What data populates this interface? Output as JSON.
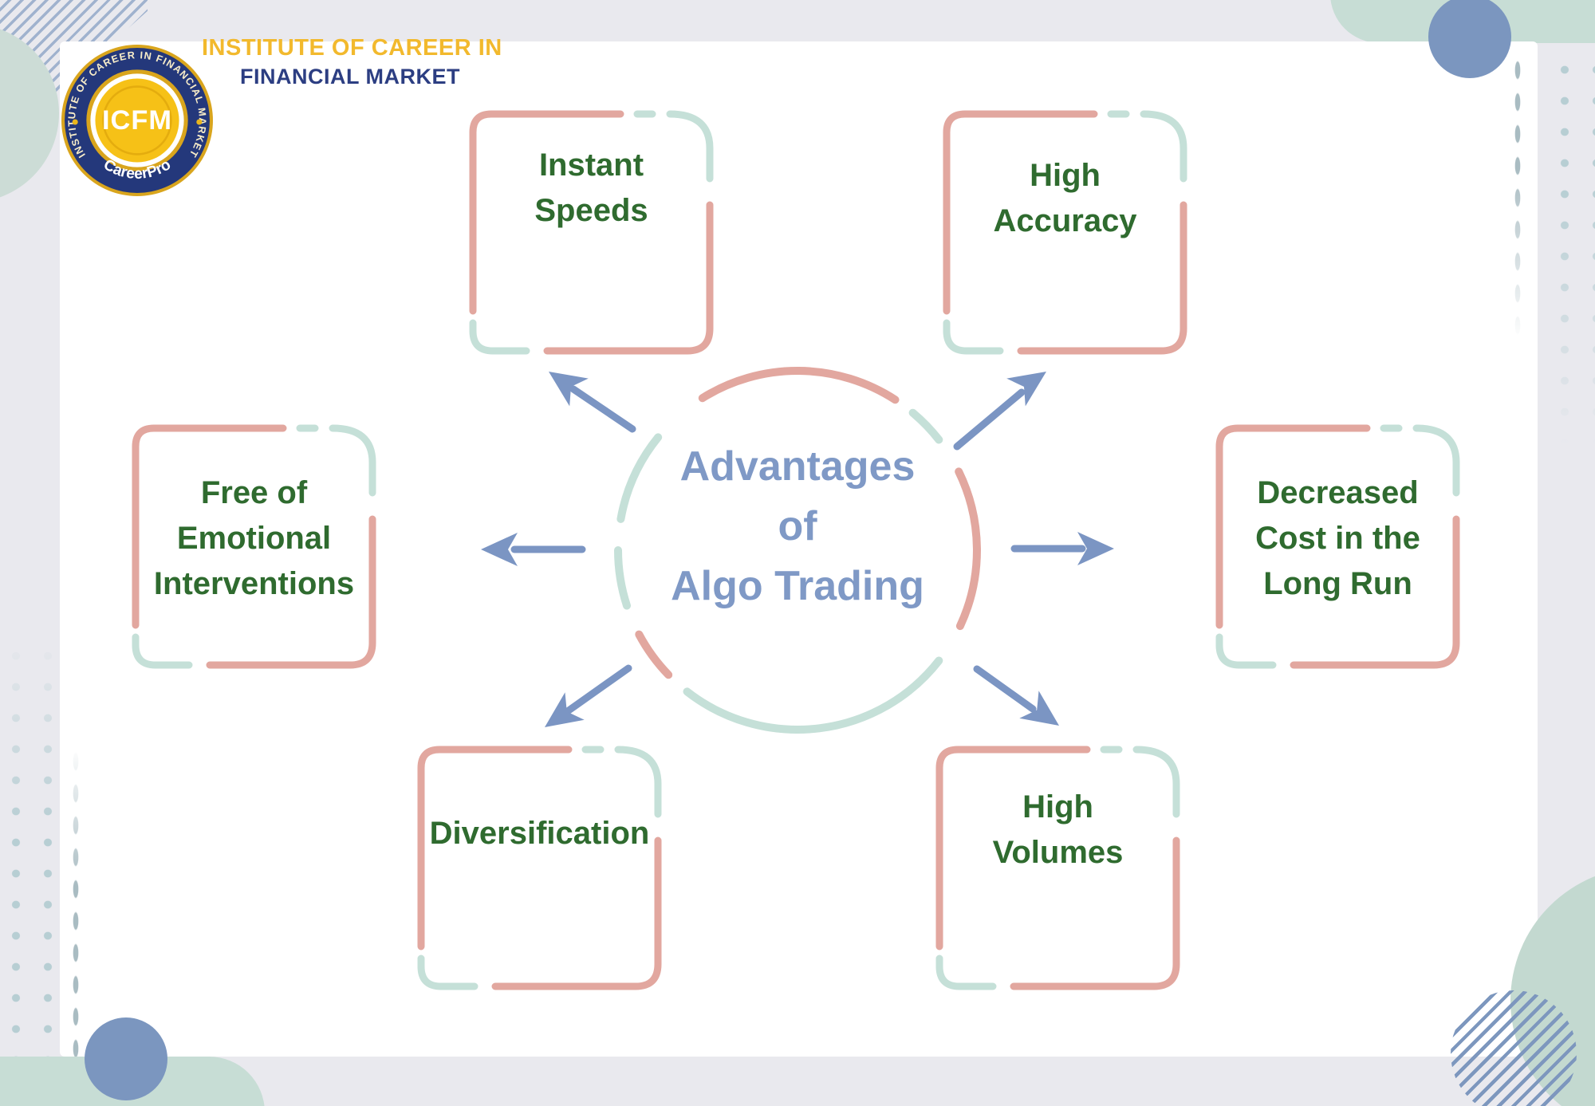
{
  "page": {
    "background": "#e9e9ee",
    "card_background": "#ffffff"
  },
  "header": {
    "logo": {
      "abbr": "ICFM",
      "ring_text": "INSTITUTE OF CAREER IN FINANCIAL MARKET",
      "tagline": "CareerPro"
    },
    "org_name_line1": "INSTITUTE OF CAREER IN",
    "org_name_line2": "FINANCIAL MARKET"
  },
  "diagram": {
    "center": {
      "title": "Advantages of Algo Trading",
      "lines": [
        "Advantages",
        "of",
        "Algo Trading"
      ]
    },
    "nodes": [
      {
        "id": "instant-speeds",
        "position": "top-left",
        "lines": [
          "Instant",
          "Speeds"
        ]
      },
      {
        "id": "high-accuracy",
        "position": "top-right",
        "lines": [
          "High",
          "Accuracy"
        ]
      },
      {
        "id": "free-of-emotional-interventions",
        "position": "middle-left",
        "lines": [
          "Free of",
          "Emotional",
          "Interventions"
        ]
      },
      {
        "id": "decreased-cost-long-run",
        "position": "middle-right",
        "lines": [
          "Decreased",
          "Cost in the",
          "Long Run"
        ]
      },
      {
        "id": "diversification",
        "position": "bottom-left",
        "lines": [
          "Diversification"
        ]
      },
      {
        "id": "high-volumes",
        "position": "bottom-right",
        "lines": [
          "High",
          "Volumes"
        ]
      }
    ]
  },
  "colors": {
    "salmon": "#e2a79f",
    "mint": "#c5e0d8",
    "arrow_blue": "#7b95c3",
    "title_blue": "#7f99c6",
    "node_text_green": "#2f6b2f",
    "logo_navy": "#24387b",
    "logo_gold": "#f6c117",
    "org_gold": "#f2b92d",
    "org_navy": "#2c3e82"
  }
}
